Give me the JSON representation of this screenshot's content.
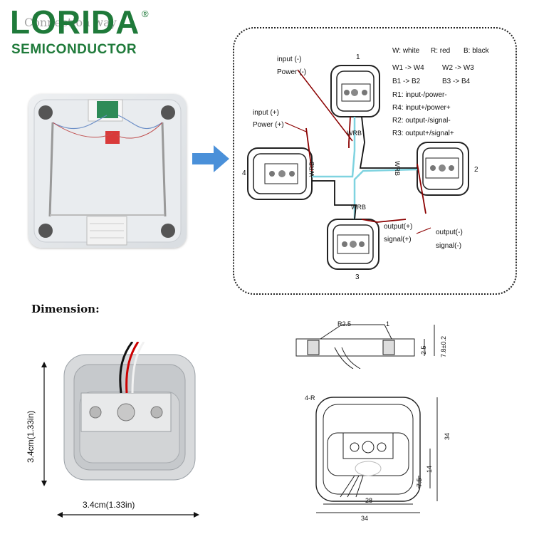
{
  "logo": {
    "brand": "LORIDA",
    "registered": "®",
    "subtitle": "SEMICONDUCTOR",
    "background_text": "Connection way",
    "color": "#1f7a3a"
  },
  "connection": {
    "legend": {
      "white": "W: white",
      "red": "R: red",
      "black": "B: black"
    },
    "mapping": [
      {
        "a": "W1 -> W4",
        "b": "W2 -> W3"
      },
      {
        "a": "B1 -> B2",
        "b": "B3 -> B4"
      }
    ],
    "roles": [
      "R1: input-/power-",
      "R4: input+/power+",
      "R2: output-/signal-",
      "R3: output+/signal+"
    ],
    "labels": {
      "input_minus": "input (-)",
      "power_minus": "Power (-)",
      "input_plus": "input (+)",
      "power_plus": "Power (+)",
      "output_plus": "output(+)",
      "signal_plus": "signal(+)",
      "output_minus": "output(-)",
      "signal_minus": "signal(-)"
    },
    "cell_numbers": {
      "top": "1",
      "right": "2",
      "bottom": "3",
      "left": "4"
    },
    "wire_tag": "WRB"
  },
  "dimension": {
    "title": "Dimension:",
    "height_label": "3.4cm(1.33in)",
    "width_label": "3.4cm(1.33in)",
    "drawing": {
      "radius": "R2.5",
      "one": "1",
      "thickness": "2.5",
      "total_height": "7.8±0.2",
      "corner_radius": "4-R",
      "height_34": "34",
      "dim_14": "14",
      "dim_7_5": "7.5",
      "dim_28": "28",
      "width_34": "34"
    }
  },
  "colors": {
    "wire_white": "#7fd3e0",
    "wire_red": "#8b0000",
    "wire_black": "#111111",
    "arrow": "#4a90d9"
  }
}
